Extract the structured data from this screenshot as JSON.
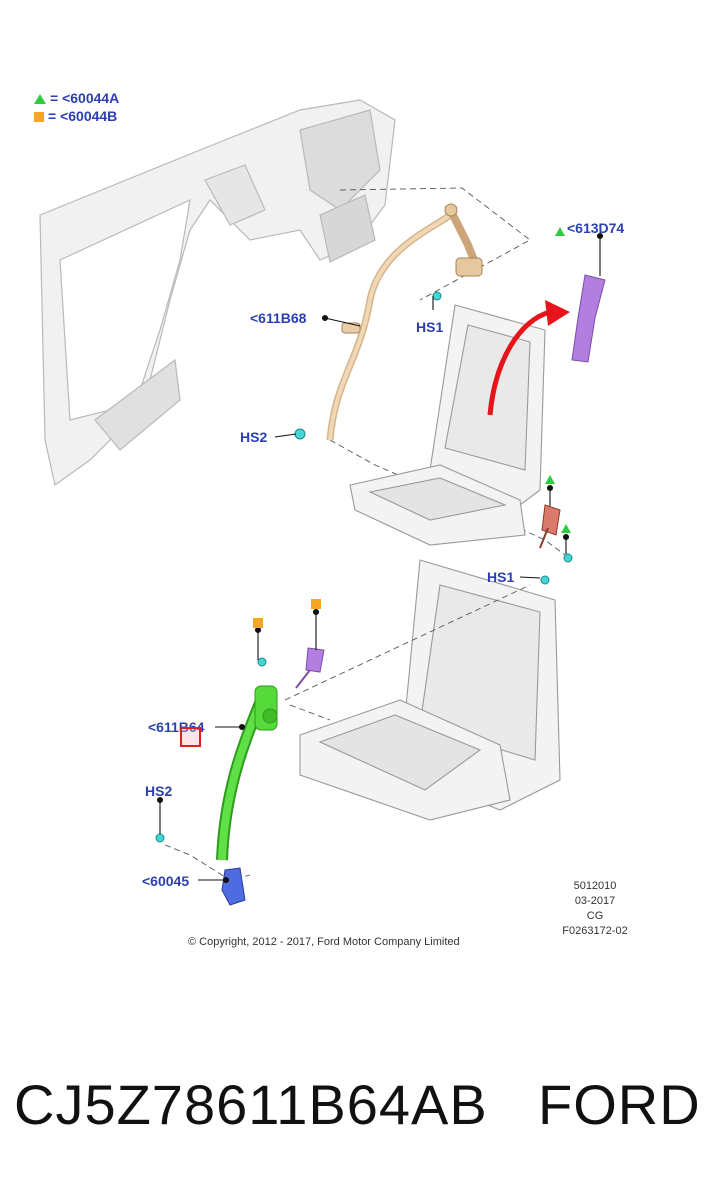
{
  "legend": {
    "triangle_ref": "= <60044A",
    "square_ref": "= <60044B"
  },
  "callouts": {
    "upper_guide": "<613D74",
    "upper_belt": "<611B68",
    "upper_hs1": "HS1",
    "upper_hs2": "HS2",
    "lower_hs1": "HS1",
    "lower_belt": "<611B64",
    "lower_hs2": "HS2",
    "lower_buckle": "<60045"
  },
  "meta": {
    "line1": "5012010",
    "line2": "03-2017",
    "line3": "CG",
    "line4": "F0263172-02"
  },
  "copyright": "© Copyright, 2012 - 2017, Ford Motor Company Limited",
  "bottom": {
    "part_number": "CJ5Z78611B64AB",
    "brand": "FORD"
  },
  "colors": {
    "label_blue": "#2b3fb0",
    "triangle_green": "#2ecc40",
    "square_orange": "#f5a623",
    "belt_tan": "#e8c9a0",
    "belt_green": "#4cd132",
    "guide_purple": "#a56ad6",
    "arrow_red": "#e8141c",
    "buckle_blue": "#3c5ad6",
    "bolt_cyan": "#3fd3d3"
  }
}
